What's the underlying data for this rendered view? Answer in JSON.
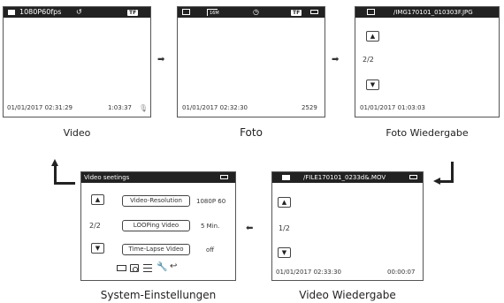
{
  "screens": {
    "video": {
      "status": "1080P60fps",
      "tf": "TF",
      "datetime": "01/01/2017 02:31:29",
      "timer": "1:03:37",
      "caption": "Video"
    },
    "foto": {
      "tf": "TF",
      "sub": "16M",
      "datetime": "01/01/2017 02:32:30",
      "count": "2529",
      "caption": "Foto"
    },
    "foto_playback": {
      "filename": "/IMG170101_010303F.JPG",
      "page": "2/2",
      "datetime": "01/01/2017 01:03:03",
      "caption": "Foto Wiedergabe"
    },
    "video_playback": {
      "filename": "/FILE170101_0233d&.MOV",
      "page": "1/2",
      "datetime": "01/01/2017 02:33:30",
      "duration": "00:00:07",
      "caption": "Video Wiedergabe"
    },
    "settings": {
      "title": "Video seetings",
      "page": "2/2",
      "rows": [
        {
          "label": "Video-Resolution",
          "value": "1080P 60"
        },
        {
          "label": "LOOPing Video",
          "value": "5 Min."
        },
        {
          "label": "Time-Lapse Video",
          "value": "off"
        }
      ],
      "caption": "System-Einstellungen"
    }
  },
  "glyphs": {
    "up": "▲",
    "down": "▼",
    "arrow_right": "➡",
    "arrow_left": "⬅"
  }
}
